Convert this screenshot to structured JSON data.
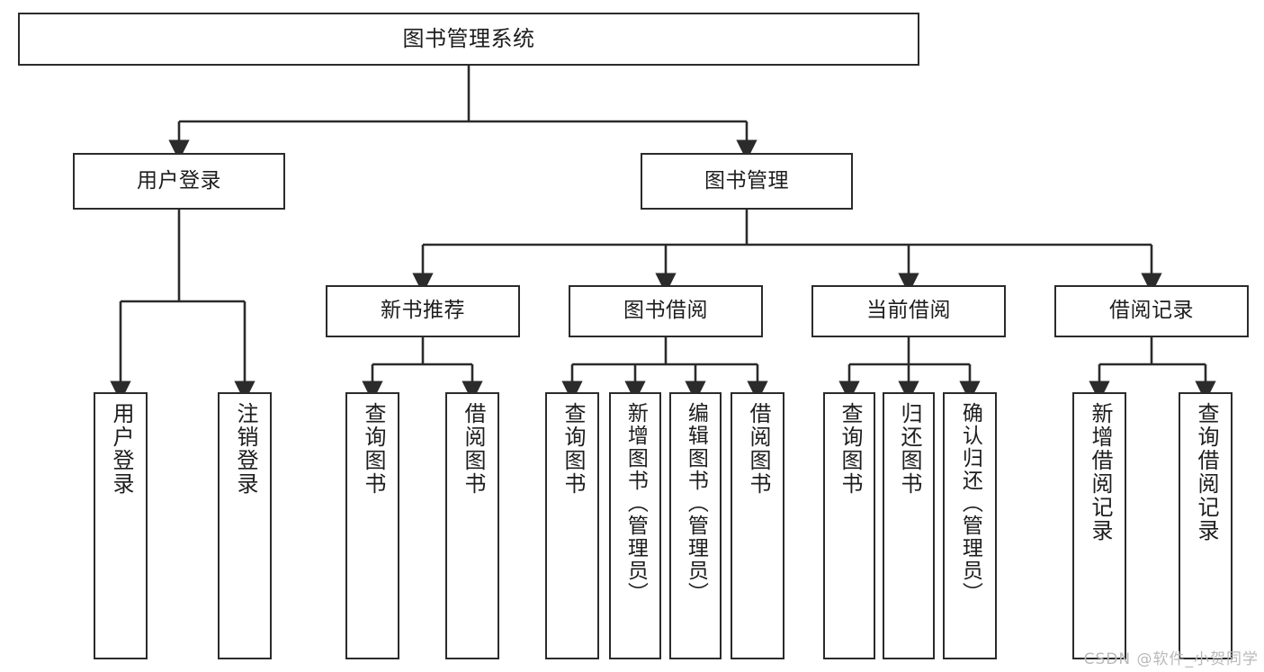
{
  "diagram": {
    "title": "图书管理系统",
    "type": "hierarchy-tree",
    "line_color": "#2b2b2b",
    "box_fill": "#ffffff",
    "text_color": "#1d1d1d",
    "watermark": "CSDN @软件_小贺同学"
  },
  "nodes": {
    "root": {
      "label": "图书管理系统"
    },
    "level2": [
      {
        "label": "用户登录"
      },
      {
        "label": "图书管理"
      }
    ],
    "level3": [
      {
        "label": "新书推荐"
      },
      {
        "label": "图书借阅"
      },
      {
        "label": "当前借阅"
      },
      {
        "label": "借阅记录"
      }
    ],
    "leaves_user_login": [
      {
        "label": "用户登录"
      },
      {
        "label": "注销登录"
      }
    ],
    "leaves_new_books": [
      {
        "label": "查询图书"
      },
      {
        "label": "借阅图书"
      }
    ],
    "leaves_borrow": [
      {
        "label": "查询图书"
      },
      {
        "label": "新增图书（管理员）"
      },
      {
        "label": "编辑图书（管理员）"
      },
      {
        "label": "借阅图书"
      }
    ],
    "leaves_current": [
      {
        "label": "查询图书"
      },
      {
        "label": "归还图书"
      },
      {
        "label": "确认归还（管理员）"
      }
    ],
    "leaves_records": [
      {
        "label": "新增借阅记录"
      },
      {
        "label": "查询借阅记录"
      }
    ]
  }
}
